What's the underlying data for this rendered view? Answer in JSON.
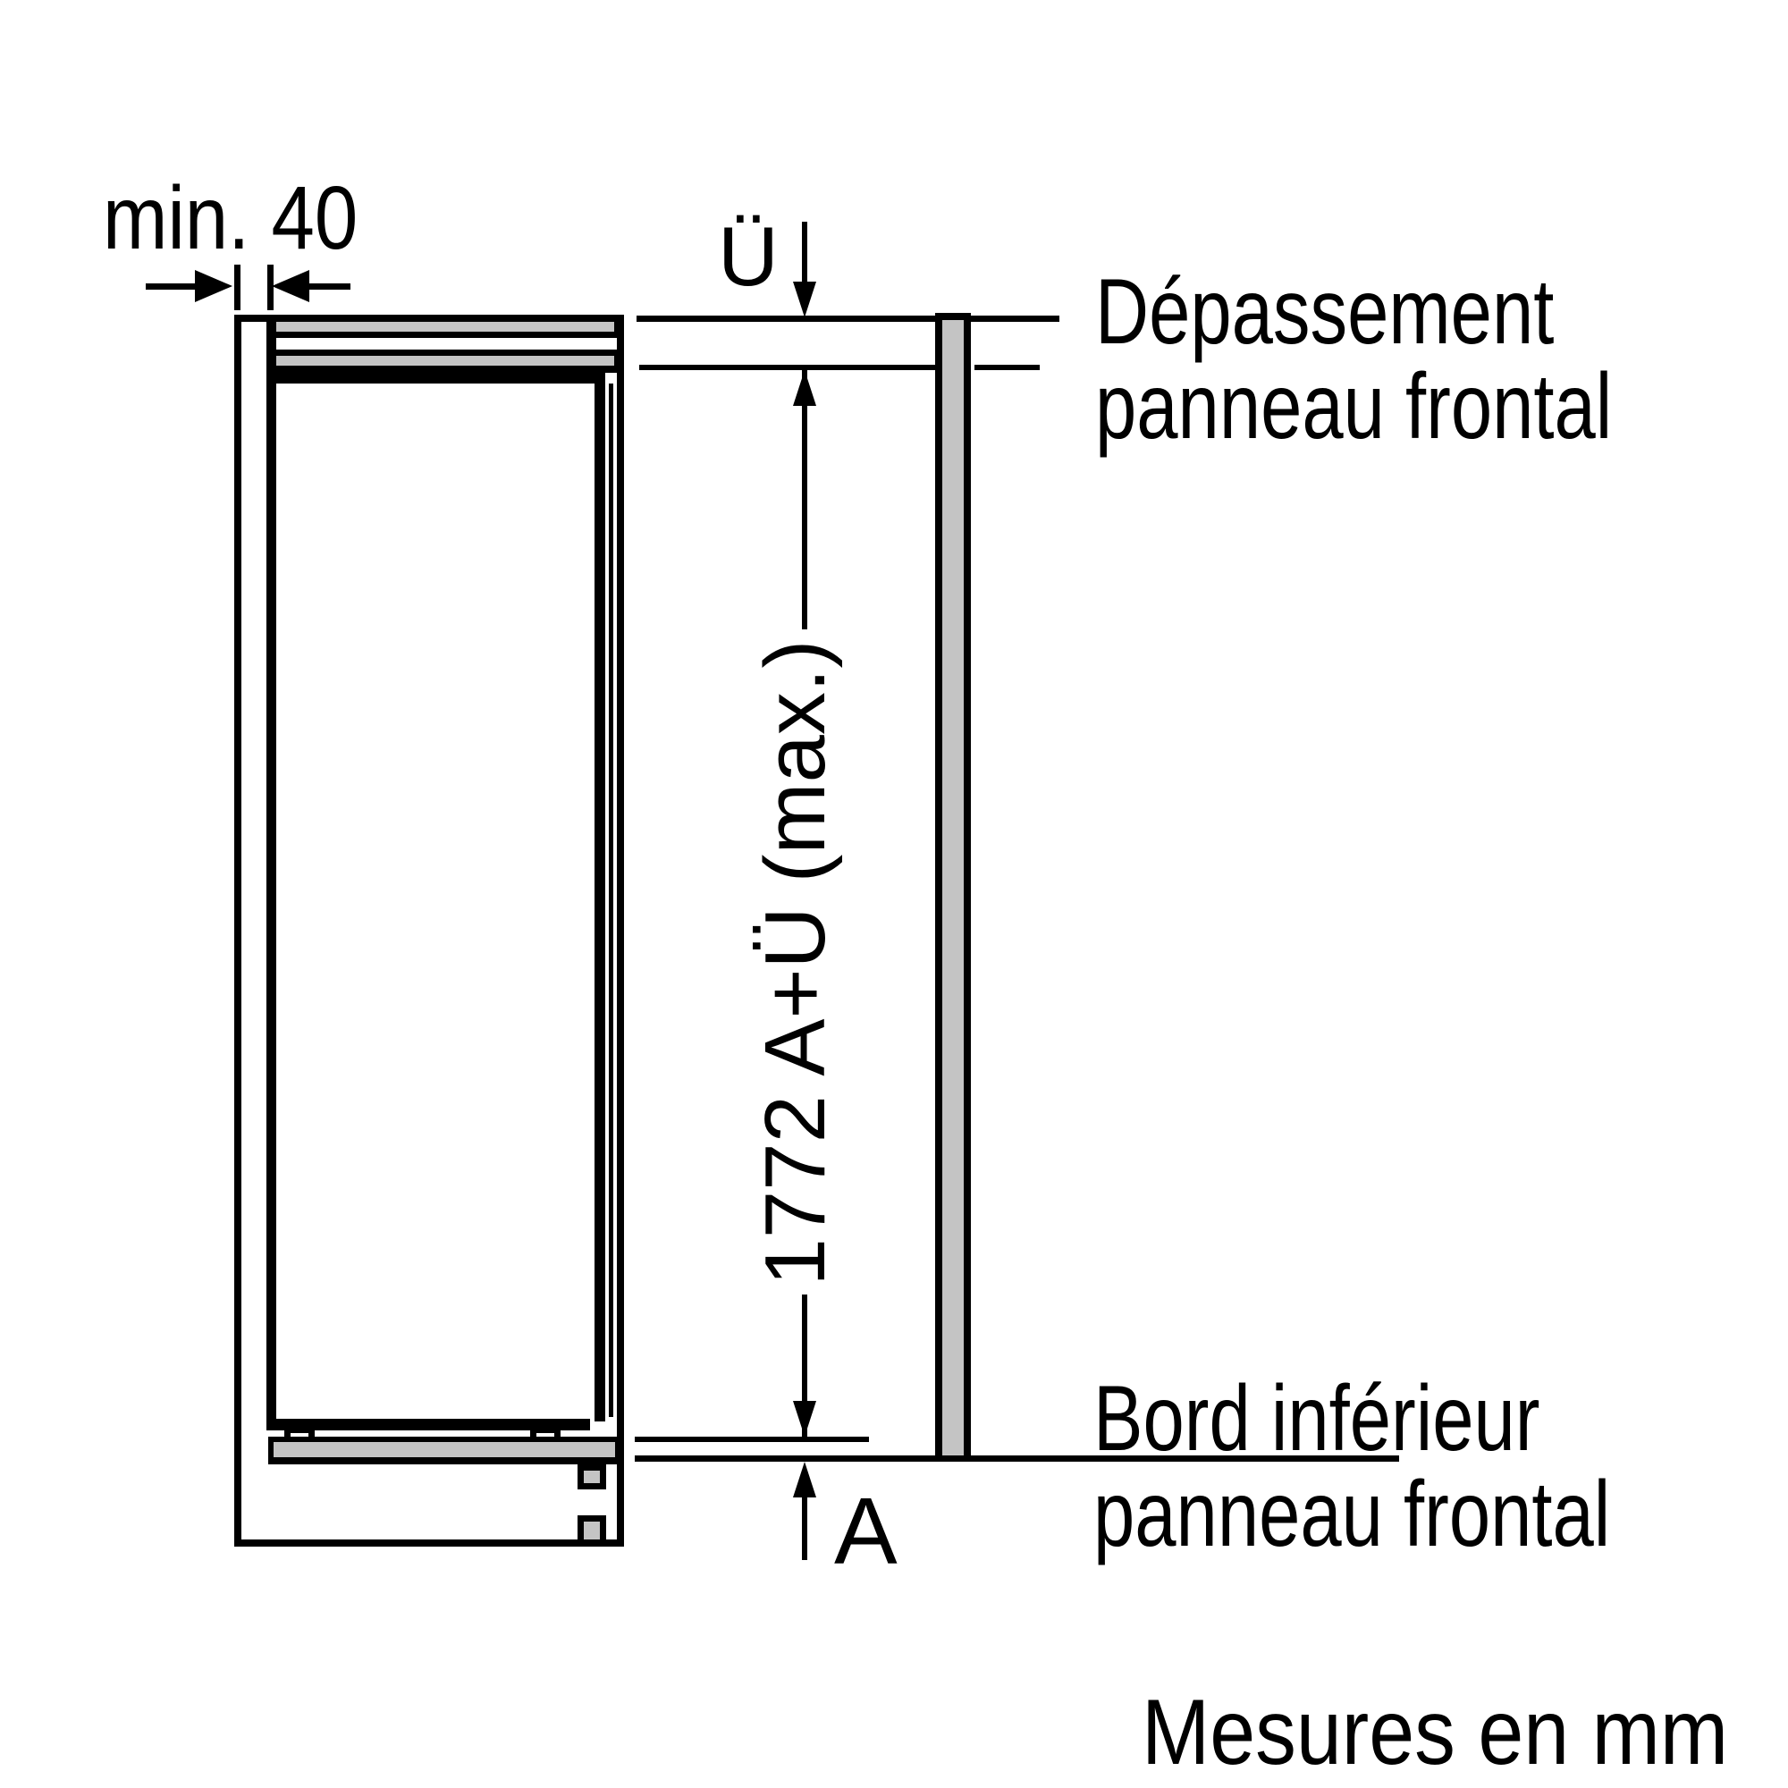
{
  "labels": {
    "min_gap": "min. 40",
    "top_overhang_symbol": "Ü",
    "top_note_line1": "Dépassement",
    "top_note_line2": "panneau frontal",
    "height_dimension": "1772 A+Ü (max.)",
    "bottom_note_line1": "Bord inférieur",
    "bottom_note_line2": "panneau frontal",
    "bottom_overhang_symbol": "A",
    "units_note": "Mesures en mm"
  },
  "colors": {
    "line": "#000000",
    "panel_fill": "#c4c4c4",
    "background": "#ffffff"
  }
}
